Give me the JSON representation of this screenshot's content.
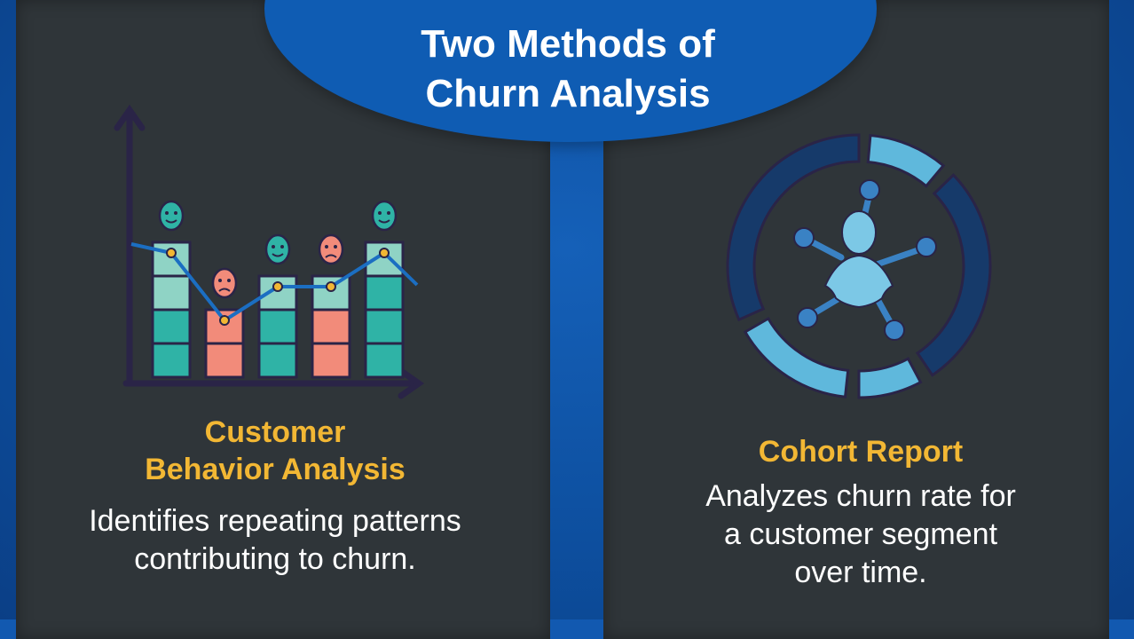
{
  "title": {
    "line1": "Two Methods of",
    "line2": "Churn Analysis"
  },
  "left": {
    "heading_line1": "Customer",
    "heading_line2": "Behavior Analysis",
    "body_line1": "Identifies repeating patterns",
    "body_line2": "contributing to churn."
  },
  "right": {
    "heading": "Cohort Report",
    "body_line1": "Analyzes churn rate for",
    "body_line2": "a customer segment",
    "body_line3": "over time."
  },
  "illustration": {
    "bars": [
      {
        "segments": [
          "teal",
          "teal",
          "mint",
          "mint"
        ],
        "face": "happy"
      },
      {
        "segments": [
          "coral",
          "coral"
        ],
        "face": "sad"
      },
      {
        "segments": [
          "teal",
          "teal",
          "mint"
        ],
        "face": "happy"
      },
      {
        "segments": [
          "coral",
          "coral",
          "mint"
        ],
        "face": "sad"
      },
      {
        "segments": [
          "teal",
          "teal",
          "teal",
          "mint"
        ],
        "face": "happy"
      }
    ],
    "ring_icon": "customer-network-icon"
  },
  "colors": {
    "background": "#1259b0",
    "panel": "#2f3539",
    "title_cap": "#0f5cb3",
    "heading": "#f2b734",
    "teal": "#2fb3a6",
    "mint": "#8fd3c5",
    "coral": "#f28b7a",
    "line": "#1b6ec2",
    "ring_light": "#5fb8dc",
    "ring_dark": "#163a6a"
  }
}
